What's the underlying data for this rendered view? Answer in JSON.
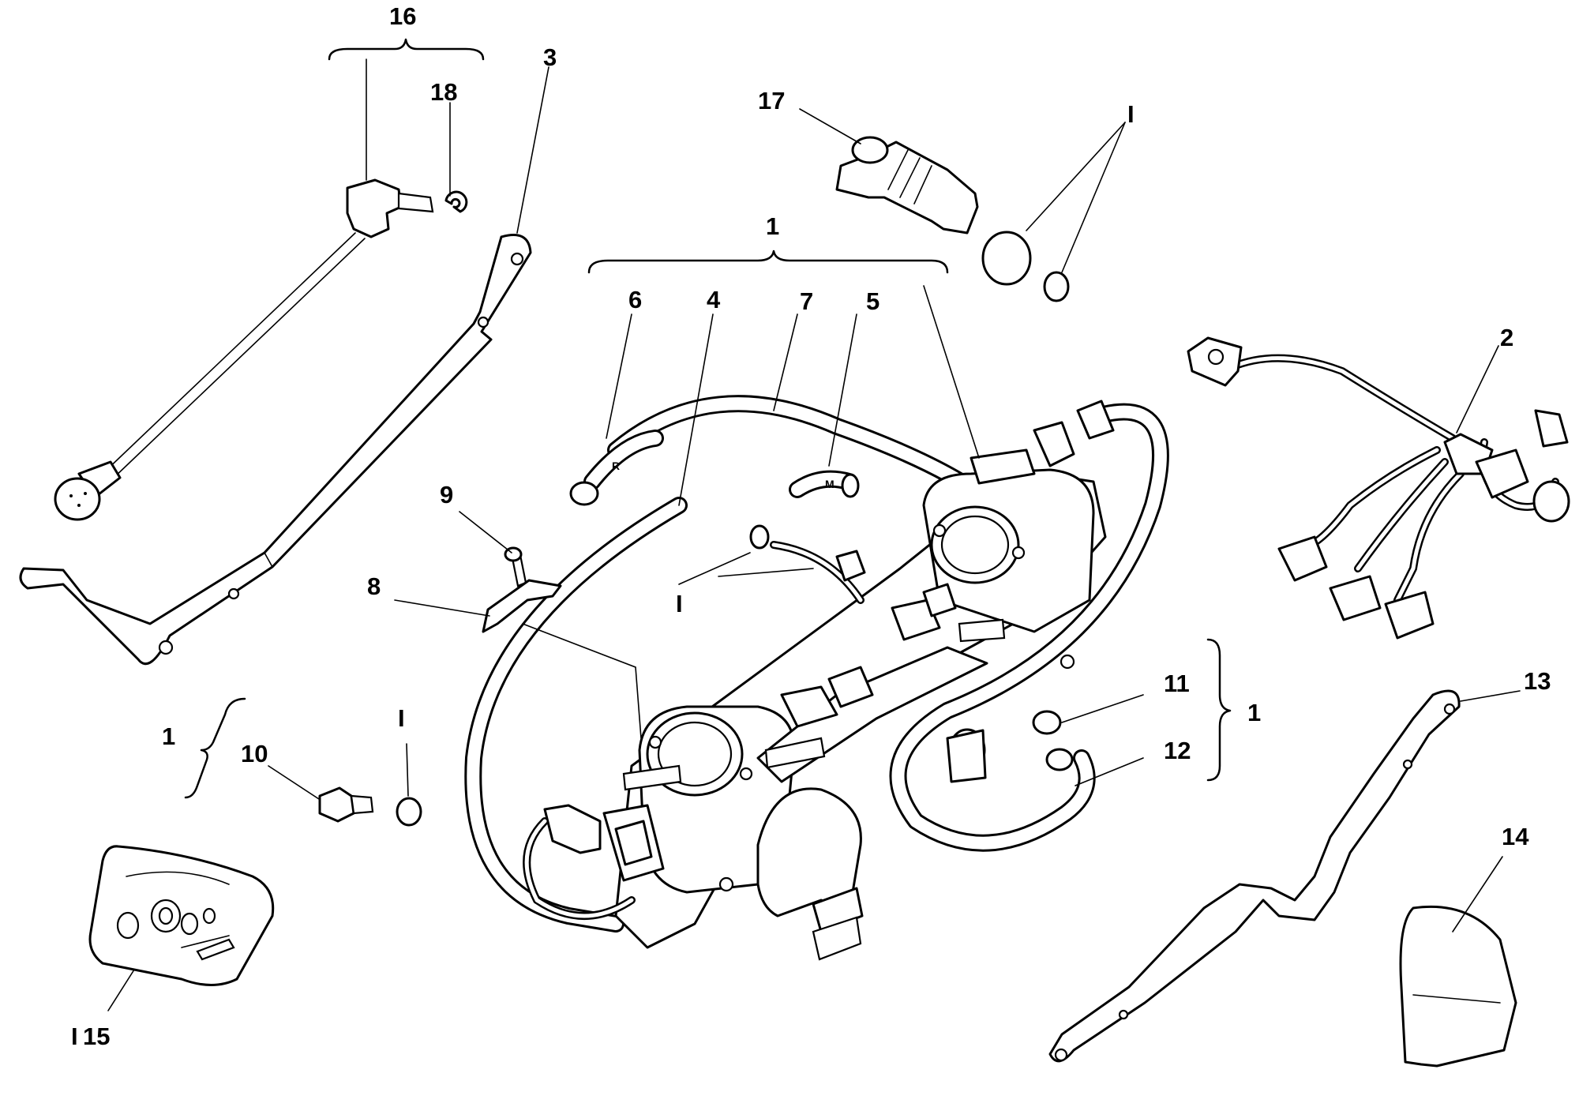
{
  "labels": {
    "l16": "16",
    "l18": "18",
    "l3": "3",
    "l17": "17",
    "lI_top": "I",
    "l1_top": "1",
    "l6": "6",
    "l4": "4",
    "l7": "7",
    "l5": "5",
    "l2": "2",
    "l9": "9",
    "l8": "8",
    "lI_mid": "I",
    "l11": "11",
    "l1_right": "1",
    "l12": "12",
    "l13": "13",
    "l1_left": "1",
    "l10": "10",
    "lI_left": "I",
    "l14": "14",
    "l15": "15",
    "lI_15": "I"
  },
  "hose_marks": {
    "r": "R",
    "m": "M"
  }
}
